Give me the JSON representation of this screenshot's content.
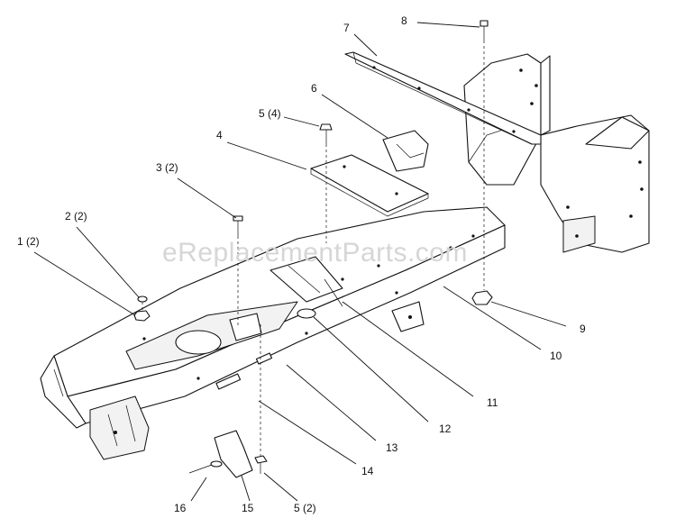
{
  "watermark": "eReplacementParts.com",
  "callouts": [
    {
      "id": "1",
      "label": "1 (2)"
    },
    {
      "id": "2",
      "label": "2 (2)"
    },
    {
      "id": "3",
      "label": "3 (2)"
    },
    {
      "id": "4",
      "label": "4"
    },
    {
      "id": "5a",
      "label": "5 (4)"
    },
    {
      "id": "6",
      "label": "6"
    },
    {
      "id": "7",
      "label": "7"
    },
    {
      "id": "8",
      "label": "8"
    },
    {
      "id": "9",
      "label": "9"
    },
    {
      "id": "10",
      "label": "10"
    },
    {
      "id": "11",
      "label": "11"
    },
    {
      "id": "12",
      "label": "12"
    },
    {
      "id": "13",
      "label": "13"
    },
    {
      "id": "14",
      "label": "14"
    },
    {
      "id": "15",
      "label": "15"
    },
    {
      "id": "16",
      "label": "16"
    },
    {
      "id": "5b",
      "label": "5 (2)"
    }
  ]
}
